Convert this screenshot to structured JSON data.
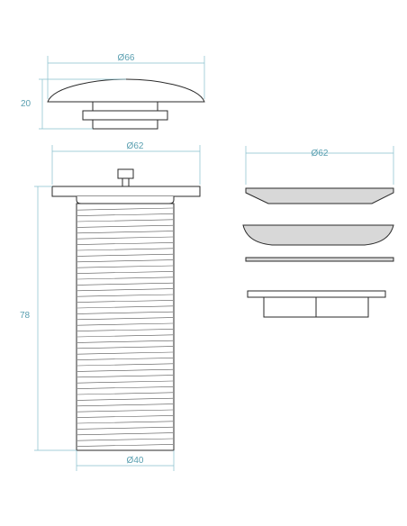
{
  "dimensions": {
    "cap_diameter": "Ø66",
    "cap_height": "20",
    "flange_diameter": "Ø62",
    "body_height": "78",
    "thread_diameter": "Ø40",
    "exploded_diameter": "Ø62"
  },
  "colors": {
    "dimension_line": "#86bfcc",
    "dimension_text": "#5a9fb0",
    "outline": "#2a2a2a",
    "part_fill": "#d8d8d8"
  }
}
